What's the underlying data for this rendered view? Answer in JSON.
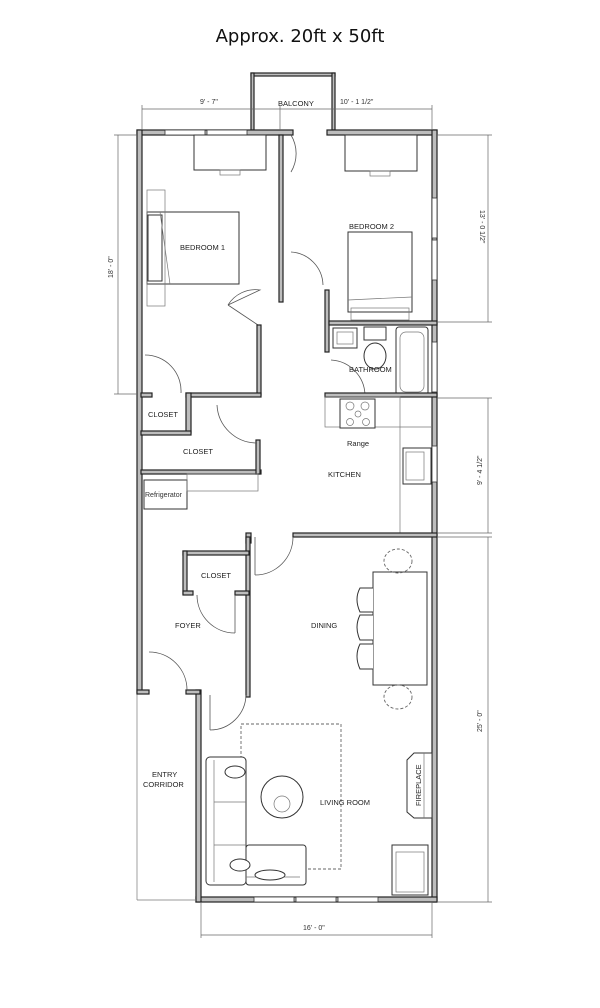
{
  "title": "Approx. 20ft x 50ft",
  "rooms": {
    "balcony": "BALCONY",
    "bedroom1": "BEDROOM 1",
    "bedroom2": "BEDROOM 2",
    "bathroom": "BATHROOM",
    "closet1": "CLOSET",
    "closet2": "CLOSET",
    "closet3": "CLOSET",
    "kitchen": "KITCHEN",
    "range": "Range",
    "refrigerator": "Refrigerator",
    "foyer": "FOYER",
    "dining": "DINING",
    "entry_line1": "ENTRY",
    "entry_line2": "CORRIDOR",
    "living": "LIVING ROOM",
    "fireplace": "FIREPLACE"
  },
  "dimensions": {
    "top_left": "9' - 7\"",
    "top_right": "10' - 1 1/2\"",
    "left_bedroom": "18' - 0\"",
    "right_bedroom2": "13' - 0 1/2\"",
    "right_kitchen": "9' - 4 1/2\"",
    "right_living": "25' - 0\"",
    "bottom": "16' - 0\""
  }
}
